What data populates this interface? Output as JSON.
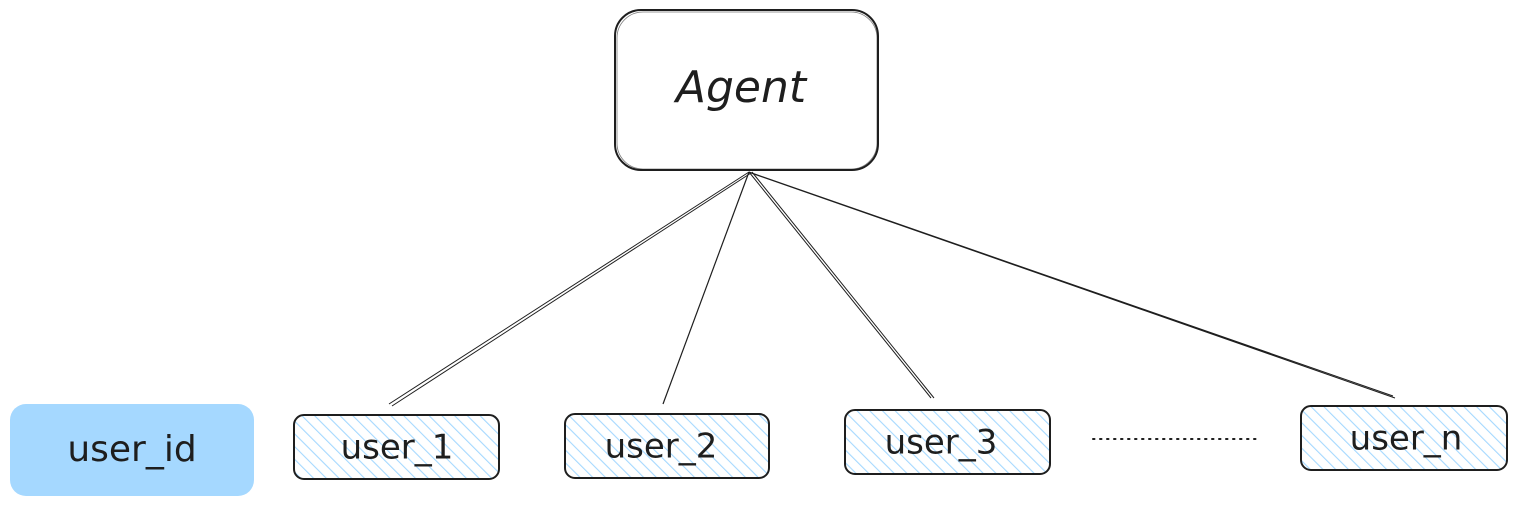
{
  "agent": {
    "label": "Agent"
  },
  "legend": {
    "label": "user_id",
    "fill_color": "#a5d8ff"
  },
  "users": [
    {
      "label": "user_1"
    },
    {
      "label": "user_2"
    },
    {
      "label": "user_3"
    },
    {
      "label": "user_n"
    }
  ],
  "colors": {
    "stroke": "#1e1e1e",
    "hatch": "#a5d8ff",
    "background": "#ffffff"
  }
}
